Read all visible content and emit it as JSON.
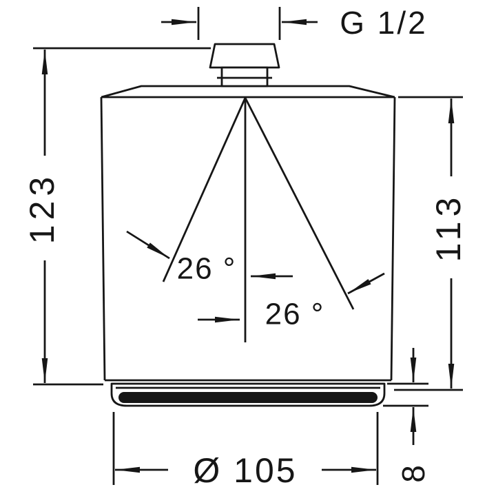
{
  "drawing": {
    "background_color": "#ffffff",
    "line_color": "#161616",
    "labels": {
      "thread_size": "G 1/2",
      "overall_height": "123",
      "body_height": "113",
      "spray_angle_upper": "26 °",
      "spray_angle_lower": "26 °",
      "diameter": "Ø 105",
      "face_height": "8"
    }
  }
}
